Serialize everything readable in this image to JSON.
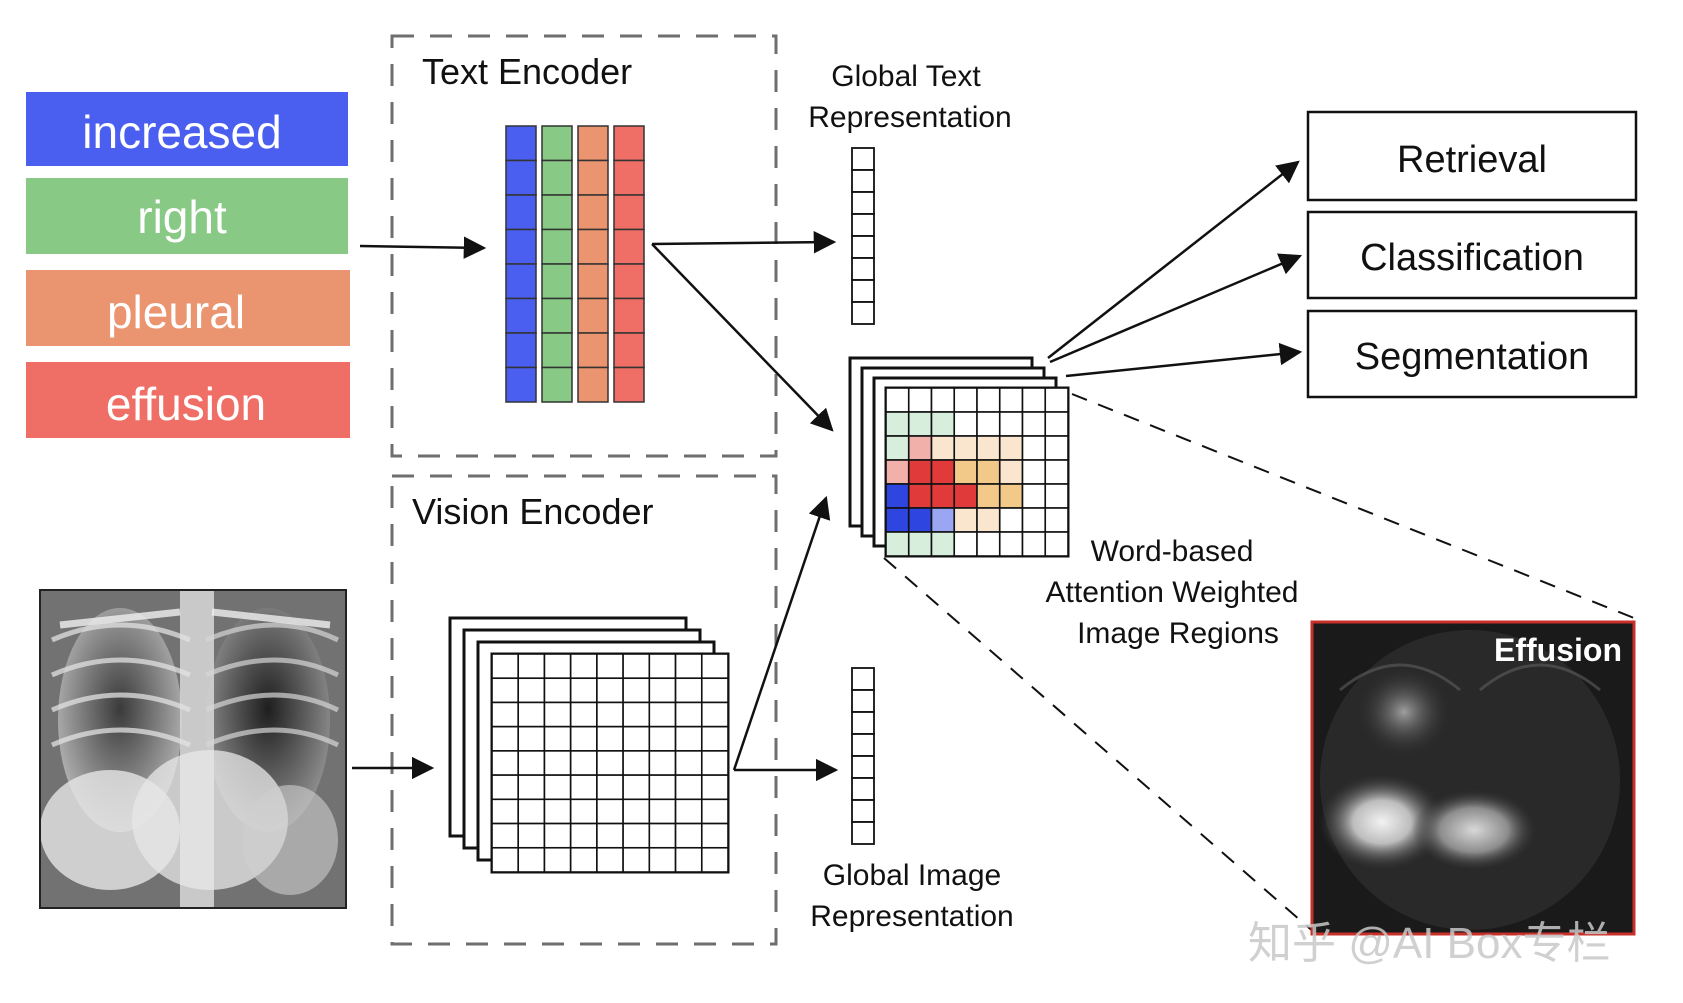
{
  "words": [
    {
      "label": "increased",
      "color": "#4a5ff0"
    },
    {
      "label": "right",
      "color": "#88c985"
    },
    {
      "label": "pleural",
      "color": "#ea9470"
    },
    {
      "label": "effusion",
      "color": "#ef6f66"
    }
  ],
  "text_encoder": {
    "title": "Text Encoder"
  },
  "vision_encoder": {
    "title": "Vision Encoder"
  },
  "global_text": {
    "line1": "Global Text",
    "line2": "Representation"
  },
  "global_image": {
    "line1": "Global Image",
    "line2": "Representation"
  },
  "attention": {
    "line1": "Word-based",
    "line2": "Attention Weighted",
    "line3": "Image Regions"
  },
  "tasks": [
    "Retrieval",
    "Classification",
    "Segmentation"
  ],
  "heatmap": {
    "label": "Effusion"
  },
  "watermark": "知乎 @AI Box专栏",
  "colors": {
    "heat_dark_red": "#e03a3a",
    "heat_light_red": "#f2b0aa",
    "heat_blue": "#2f45e0",
    "heat_light_blue": "#9aa6f2",
    "heat_orange": "#f3c98a",
    "heat_peach": "#fae6cf",
    "heat_mint": "#d8eedd",
    "dash_gray": "#6e6e6e",
    "heatmap_border": "#c8302a"
  }
}
